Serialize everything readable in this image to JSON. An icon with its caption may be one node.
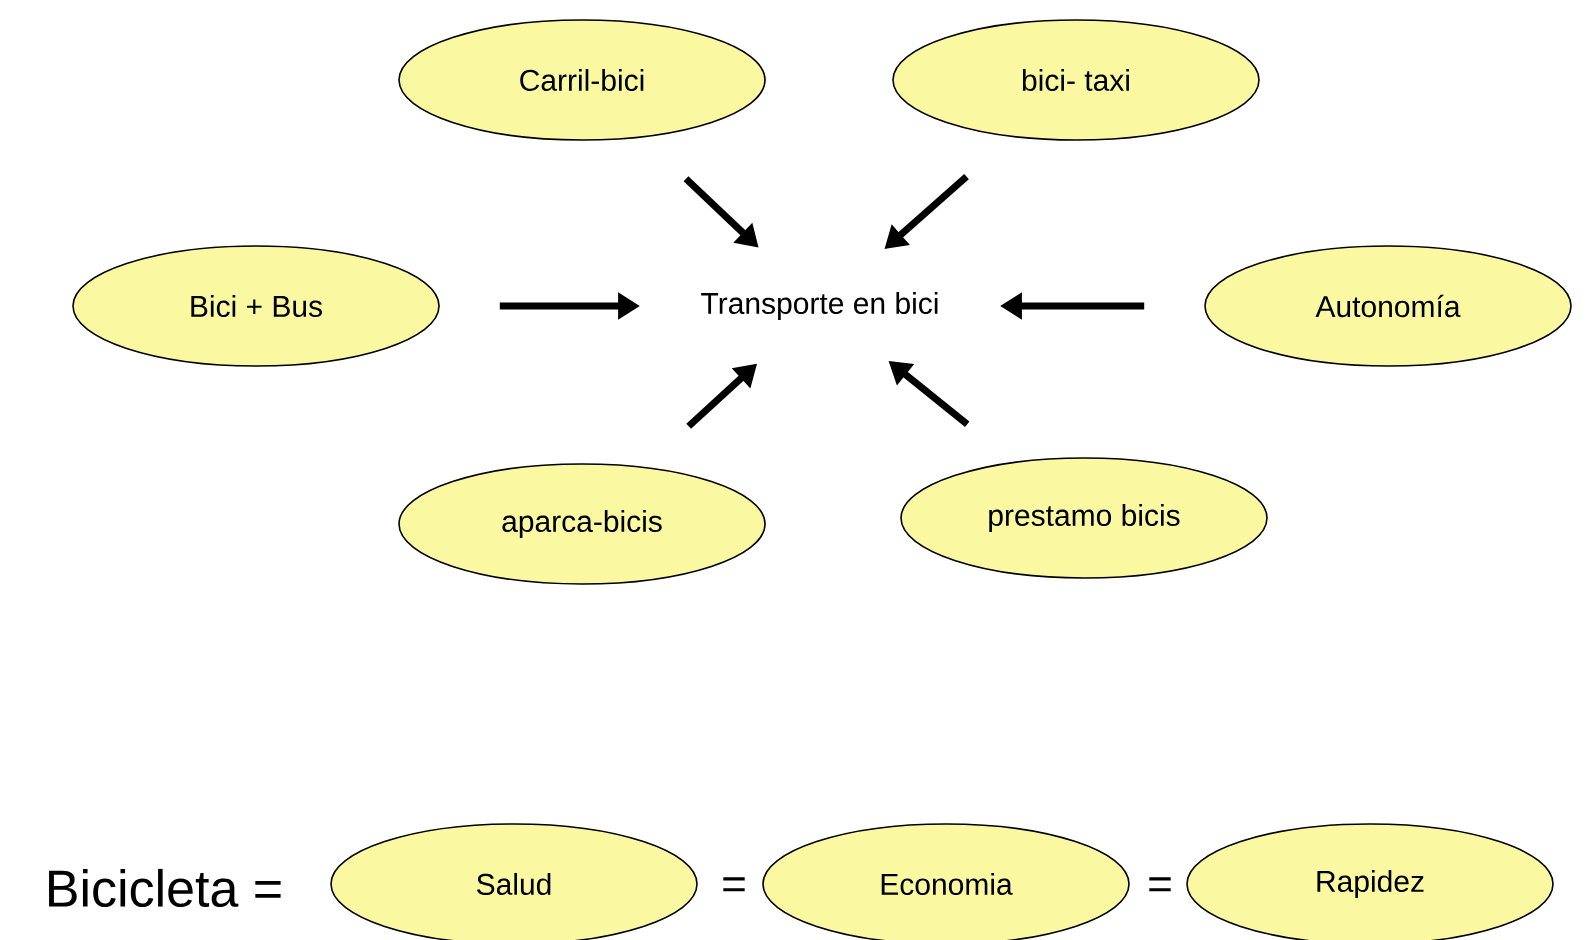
{
  "diagram": {
    "nodes": [
      {
        "text": [
          "Carril-bici"
        ]
      },
      {
        "text": [
          "bici- taxi"
        ]
      },
      {
        "text": [
          "Bici + Bus"
        ]
      },
      {
        "text": [
          "Transporte en bici"
        ]
      },
      {
        "text": [
          "Autonomía"
        ]
      },
      {
        "text": [
          "aparca-bicis"
        ]
      },
      {
        "text": [
          "prestamo bicis"
        ]
      },
      {
        "text": [
          "Salud"
        ]
      },
      {
        "text": [
          "Economia"
        ]
      },
      {
        "text": [
          "Rapidez"
        ]
      }
    ],
    "edges": [
      {
        "from": 0,
        "to": 3,
        "arrow": "to"
      },
      {
        "from": 1,
        "to": 3,
        "arrow": "to"
      },
      {
        "from": 2,
        "to": 3,
        "arrow": "to"
      },
      {
        "from": 4,
        "to": 3,
        "arrow": "to"
      },
      {
        "from": 5,
        "to": 3,
        "arrow": "to"
      },
      {
        "from": 6,
        "to": 3,
        "arrow": "to"
      }
    ],
    "labels": [
      "Bicicleta =",
      "=",
      "="
    ]
  }
}
